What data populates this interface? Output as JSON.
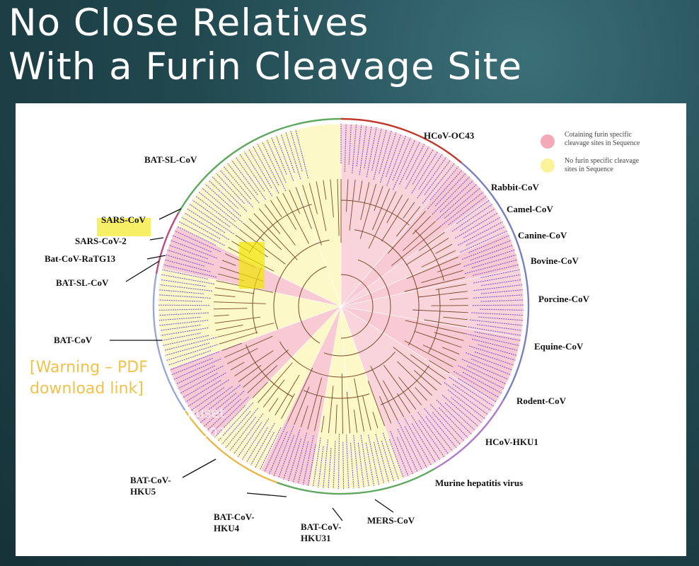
{
  "slide": {
    "title_line1": "No Close Relatives",
    "title_line2": "With a Furin Cleavage Site"
  },
  "colors": {
    "furin_pink": "#f3a9b8",
    "no_furin_yellow": "#fbf29a",
    "highlight_yellow": "#f2e600",
    "leaf_text_purple": "#6a3fd0",
    "branch_brown": "#7a4a2a",
    "warning_text": "#f1c24a"
  },
  "legend": [
    {
      "icon": "pink-circle",
      "line1": "Cotaining furin specific",
      "line2": "cleavage sites in Sequence"
    },
    {
      "icon": "yellow-circle",
      "line1": "No furin specific cleavage",
      "line2": "sites in Sequence"
    }
  ],
  "labels": [
    {
      "text": "HCoV-OC43"
    },
    {
      "text": "Rabbit-CoV"
    },
    {
      "text": "Camel-CoV"
    },
    {
      "text": "Canine-CoV"
    },
    {
      "text": "Bovine-CoV"
    },
    {
      "text": "Porcine-CoV"
    },
    {
      "text": "Equine-CoV"
    },
    {
      "text": "Rodent-CoV"
    },
    {
      "text": "HCoV-HKU1"
    },
    {
      "text": "Murine hepatitis virus"
    },
    {
      "text": "MERS-CoV"
    },
    {
      "text": "BAT-CoV-",
      "text2": "HKU31"
    },
    {
      "text": "BAT-CoV-",
      "text2": "HKU4"
    },
    {
      "text": "BAT-CoV-",
      "text2": "HKU5"
    },
    {
      "text": "BAT-CoV"
    },
    {
      "text": "BAT-SL-CoV"
    },
    {
      "text": "Bat-CoV-RaTG13"
    },
    {
      "text": "SARS-CoV-2"
    },
    {
      "text": "SARS-CoV"
    },
    {
      "text": "BAT-SL-CoV"
    }
  ],
  "overlay": {
    "warning_line1": "[Warning – PDF",
    "warning_line2": "download link]",
    "faint_line1": "g/uset",
    "faint_line2": "/e-302"
  }
}
